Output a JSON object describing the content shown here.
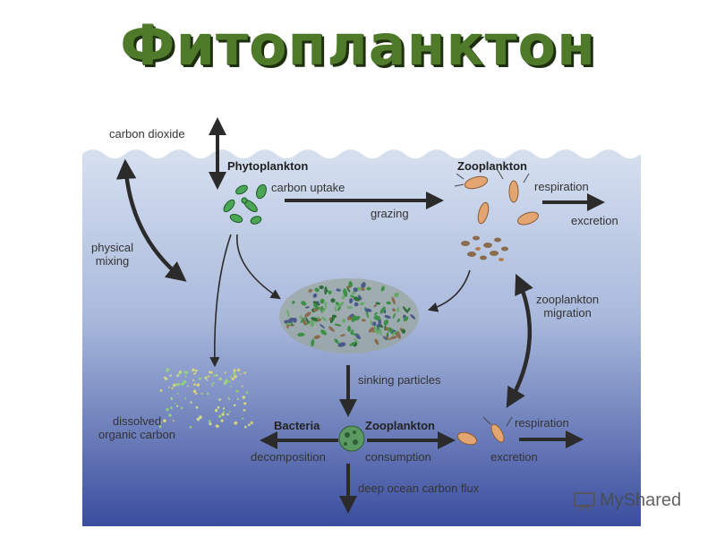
{
  "title": "Фитопланктон",
  "labels": {
    "carbon_dioxide": "carbon dioxide",
    "phytoplankton": "Phytoplankton",
    "carbon_uptake": "carbon uptake",
    "zooplankton_top": "Zooplankton",
    "respiration_top": "respiration",
    "grazing": "grazing",
    "excretion_top": "excretion",
    "physical_mixing": "physical\nmixing",
    "zooplankton_migration": "zooplankton\nmigration",
    "sinking_particles": "sinking particles",
    "dissolved_organic_carbon": "dissolved\norganic carbon",
    "bacteria": "Bacteria",
    "zooplankton_bottom": "Zooplankton",
    "respiration_bottom": "respiration",
    "decomposition": "decomposition",
    "consumption": "consumption",
    "excretion_bottom": "excretion",
    "deep_ocean_carbon_flux": "deep ocean carbon flux"
  },
  "watermark": "MyShared",
  "colors": {
    "title": "#4f7a2a",
    "water_top": "#c9d7ec",
    "water_bottom": "#3b4ea0",
    "arrow": "#2b2b2b",
    "phytoplankton": "#3f9a4a",
    "zooplankton": "#e0a070"
  }
}
